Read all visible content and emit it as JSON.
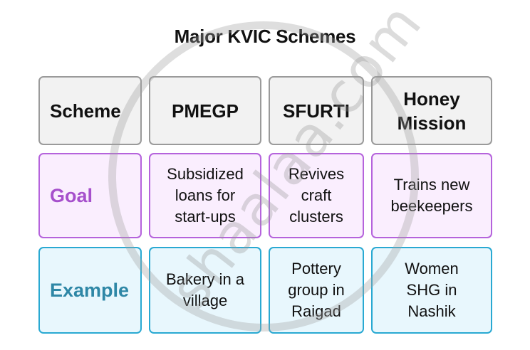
{
  "title": "Major KVIC Schemes",
  "header_row": {
    "label": "Scheme",
    "schemes": [
      "PMEGP",
      "SFURTI",
      "Honey Mission"
    ]
  },
  "goal_row": {
    "label": "Goal",
    "values": [
      "Subsidized loans for start-ups",
      "Revives craft clusters",
      "Trains new beekeepers"
    ]
  },
  "example_row": {
    "label": "Example",
    "values": [
      "Bakery in a village",
      "Pottery group in Raigad",
      "Women SHG in Nashik"
    ]
  },
  "watermark": "shaalaa.com",
  "colors": {
    "header_bg": "#f2f2f2",
    "header_border": "#9a9a9a",
    "goal_bg": "#faeefe",
    "goal_border": "#b563dc",
    "goal_label": "#a650cc",
    "example_bg": "#e8f7fd",
    "example_border": "#29a9d2",
    "example_label": "#2e87a6"
  }
}
